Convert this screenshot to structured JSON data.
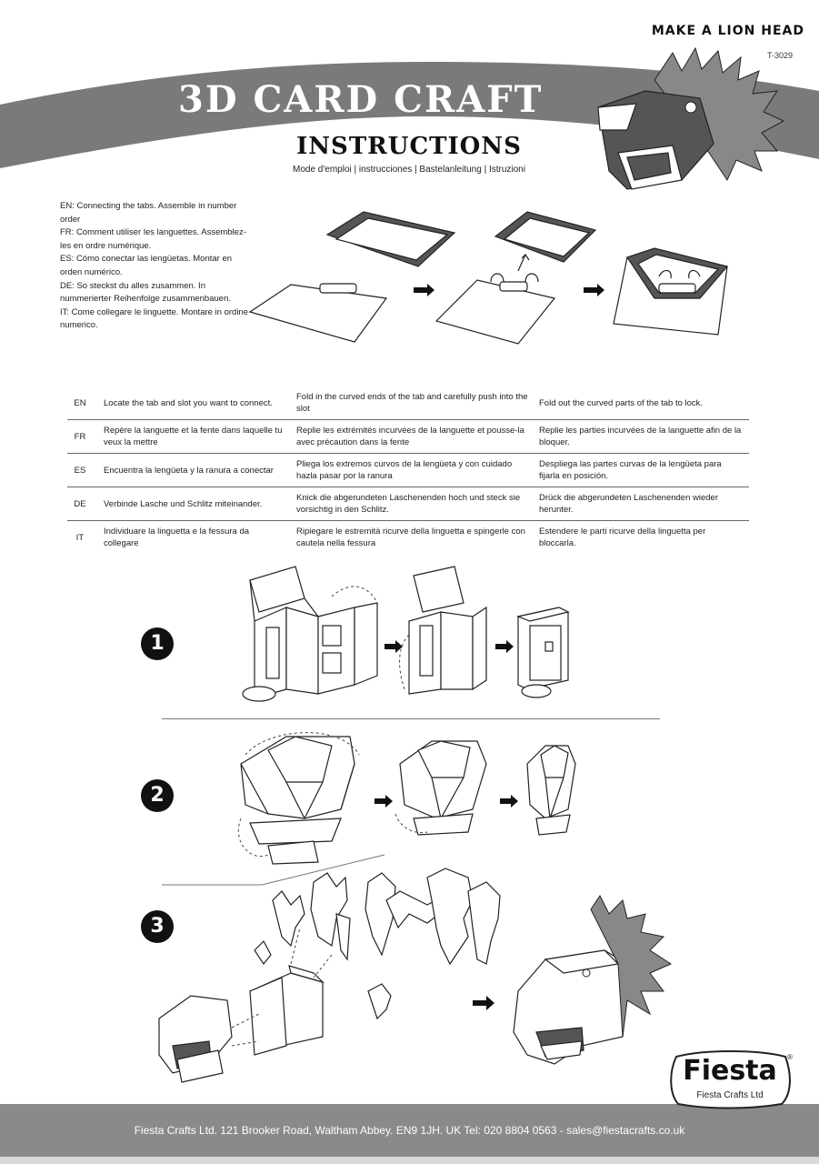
{
  "header": {
    "product_name": "MAKE A LION HEAD",
    "product_code": "T-3029",
    "title": "3D CARD CRAFT",
    "subtitle": "INSTRUCTIONS",
    "languages": "Mode d'emploi | instrucciones | Bastelanleitung | Istruzioni"
  },
  "tabs_instructions": [
    "EN: Connecting the tabs. Assemble in number order",
    "FR: Comment utiliser les languettes. Assemblez-les en ordre numérique.",
    "ES: Cómo conectar las lengüetas. Montar en orden numérico.",
    "DE: So steckst du alles zusammen. In nummerierter Reihenfolge zusammenbauen.",
    "IT: Come collegare le linguette. Montare in ordine numerico."
  ],
  "steps_table": [
    {
      "lang": "EN",
      "c1": "Locate the tab and slot you want to connect.",
      "c2": "Fold in the curved ends of the tab and carefully push into the slot",
      "c3": "Fold out the curved parts of the tab to lock."
    },
    {
      "lang": "FR",
      "c1": "Repère la languette et la fente dans laquelle tu veux la mettre",
      "c2": "Replie les extrémités incurvées de la languette et pousse-la avec précaution dans la fente",
      "c3": "Replie les parties incurvées de la languette afin de la bloquer."
    },
    {
      "lang": "ES",
      "c1": "Encuentra la lengüeta y la ranura a conectar",
      "c2": "Pliega los extremos curvos de la lengüeta y con cuidado hazla pasar por la ranura",
      "c3": "Despliega las partes curvas de la lengüeta para fijarla en posición."
    },
    {
      "lang": "DE",
      "c1": "Verbinde Lasche und Schlitz miteinander.",
      "c2": "Knick die abgerundeten Laschenenden hoch und steck sie vorsichtig in den Schlitz.",
      "c3": "Drück die abgerundeten Laschenenden wieder herunter."
    },
    {
      "lang": "IT",
      "c1": "Individuare la linguetta e la fessura da collegare",
      "c2": "Ripiegare le estremità ricurve della linguetta e spingerle con cautela nella fessura",
      "c3": "Estendere le parti ricurve della linguetta per bloccarla."
    }
  ],
  "step_numbers": [
    "1",
    "2",
    "3"
  ],
  "logo": {
    "name": "Fiesta",
    "sub": "Fiesta Crafts Ltd",
    "reg": "®"
  },
  "footer": "Fiesta Crafts Ltd. 121 Brooker Road, Waltham Abbey. EN9 1JH. UK  Tel: 020 8804 0563 - sales@fiestacrafts.co.uk",
  "colors": {
    "banner": "#7a7a7a",
    "footer": "#8a8a8a"
  }
}
